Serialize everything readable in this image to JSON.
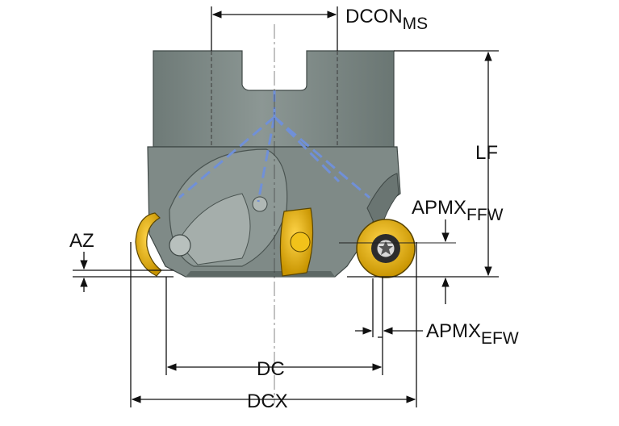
{
  "labels": {
    "dcon": {
      "main": "DCON",
      "sub": "MS"
    },
    "lf": "LF",
    "apmx_ffw": {
      "main": "APMX",
      "sub": "FFW"
    },
    "az": "AZ",
    "apmx_efw": {
      "main": "APMX",
      "sub": "EFW"
    },
    "dc": "DC",
    "dcx": "DCX"
  },
  "colors": {
    "body": "#7d8a86",
    "body_dark": "#5f6b68",
    "body_light": "#a3ada9",
    "insert": "#e8b400",
    "insert_dark": "#9a7600",
    "coolant": "#6f8fd6",
    "line": "#111111"
  }
}
